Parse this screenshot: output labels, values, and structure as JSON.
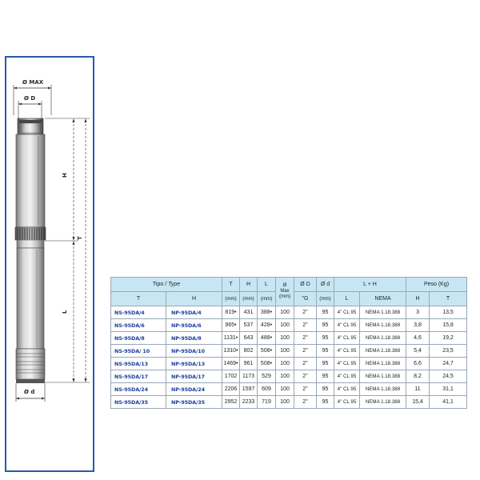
{
  "drawing": {
    "labels": {
      "dmax": "Ø MAX",
      "d_big": "Ø D",
      "d_small": "Ø d",
      "h": "H",
      "t": "T",
      "l": "L"
    }
  },
  "table": {
    "header": {
      "tipo": "Tipo",
      "type_it": "/ Type",
      "T": "T",
      "H": "H",
      "L": "L",
      "dmax_sym": "Ø",
      "dmax_label": "Max",
      "D_sym": "Ø D",
      "d_sym": "Ø d",
      "LH": "L + H",
      "peso": "Peso (Kg)",
      "sub_T": "T",
      "sub_H": "H",
      "mm": "(mm)",
      "deg_G": "\"G",
      "sub_L": "L",
      "nema": "NEMA",
      "peso_H": "H",
      "peso_T": "T"
    },
    "rows": [
      {
        "ns": "NS-95DA/4",
        "np": "NP-95DA/4",
        "T": "819•",
        "H": "431",
        "L": "388•",
        "dmax": "100",
        "D": "2\"",
        "d": "95",
        "L2": "4\" CL 95",
        "nema": "NEMA 1.18.388",
        "pH": "3",
        "pT": "13,5"
      },
      {
        "ns": "NS-95DA/6",
        "np": "NP-95DA/6",
        "T": "965•",
        "H": "537",
        "L": "428•",
        "dmax": "100",
        "D": "2\"",
        "d": "95",
        "L2": "4\" CL 95",
        "nema": "NEMA 1.18.388",
        "pH": "3,8",
        "pT": "15,8"
      },
      {
        "ns": "NS-95DA/8",
        "np": "NP-95DA/8",
        "T": "1131•",
        "H": "643",
        "L": "488•",
        "dmax": "100",
        "D": "2\"",
        "d": "95",
        "L2": "4\" CL 95",
        "nema": "NEMA 1.18.388",
        "pH": "4,6",
        "pT": "19,2"
      },
      {
        "ns": "NS-95DA/ 10",
        "np": "NP-95DA/10",
        "T": "1310•",
        "H": "802",
        "L": "508•",
        "dmax": "100",
        "D": "2\"",
        "d": "95",
        "L2": "4\" CL 95",
        "nema": "NEMA 1.18.388",
        "pH": "5,4",
        "pT": "23,5"
      },
      {
        "ns": "NS-95DA/13",
        "np": "NP-95DA/13",
        "T": "1469•",
        "H": "961",
        "L": "508•",
        "dmax": "100",
        "D": "2\"",
        "d": "95",
        "L2": "4\" CL 95",
        "nema": "NEMA 1.18.388",
        "pH": "6,6",
        "pT": "24,7"
      },
      {
        "ns": "NS-95DA/17",
        "np": "NP-95DA/17",
        "T": "1702",
        "H": "1173",
        "L": "529",
        "dmax": "100",
        "D": "2\"",
        "d": "95",
        "L2": "4\" CL 95",
        "nema": "NEMA 1.18.388",
        "pH": "8,2",
        "pT": "24,5"
      },
      {
        "ns": "NS-95DA/24",
        "np": "NP-95DA/24",
        "T": "2206",
        "H": "1597",
        "L": "609",
        "dmax": "100",
        "D": "2\"",
        "d": "95",
        "L2": "4\" CL 95",
        "nema": "NEMA 1.18.388",
        "pH": "11",
        "pT": "31,1"
      },
      {
        "ns": "NS-95DA/35",
        "np": "NP-95DA/35",
        "T": "2952",
        "H": "2233",
        "L": "719",
        "dmax": "100",
        "D": "2\"",
        "d": "95",
        "L2": "4\" CL 95",
        "nema": "NEMA 1.18.388",
        "pH": "15,4",
        "pT": "41,1"
      }
    ]
  }
}
